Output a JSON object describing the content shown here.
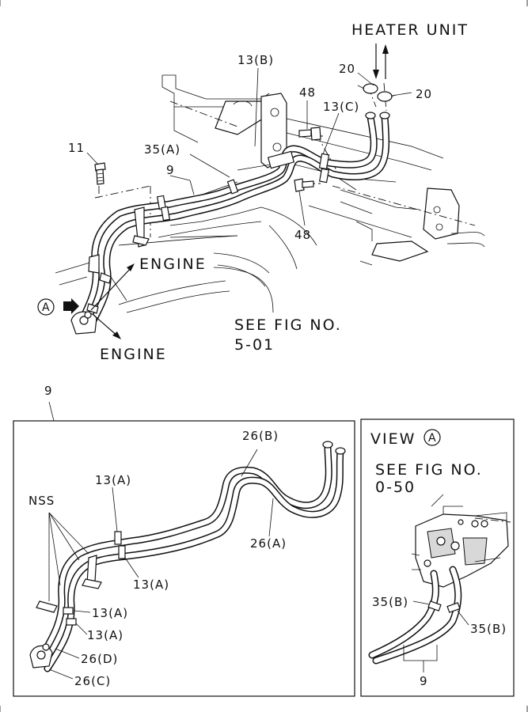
{
  "labels": {
    "heater_unit": "HEATER UNIT",
    "part_13b": "13(B)",
    "part_20_top": "20",
    "part_20_right": "20",
    "part_48_top": "48",
    "part_13c": "13(C)",
    "part_11": "11",
    "part_35a": "35(A)",
    "part_9_top": "9",
    "part_48_bottom": "48",
    "engine_upper": "ENGINE",
    "marker_a": "A",
    "engine_lower": "ENGINE",
    "see_fig_line1": "SEE FIG NO.",
    "see_fig_line2": "5-01",
    "part_9_panel": "9",
    "part_26b": "26(B)",
    "part_13a_top": "13(A)",
    "nss": "NSS",
    "part_26a": "26(A)",
    "part_13a_mid": "13(A)",
    "part_13a_low1": "13(A)",
    "part_13a_low2": "13(A)",
    "part_26d": "26(D)",
    "part_26c": "26(C)",
    "view_label": "VIEW",
    "view_marker": "A",
    "view_see_fig_line1": "SEE FIG NO.",
    "view_see_fig_line2": "0-50",
    "part_35b_left": "35(B)",
    "part_35b_right": "35(B)",
    "part_9_view": "9"
  }
}
